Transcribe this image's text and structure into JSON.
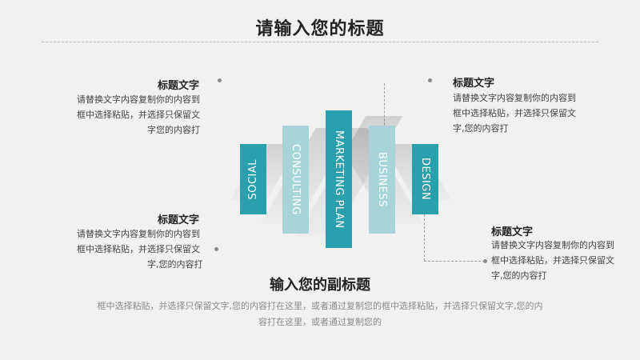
{
  "title": "请输入您的标题",
  "blocks": {
    "top_left": {
      "heading": "标题文字",
      "body": [
        "请替换文字内容复制你的内容到",
        "框中选择粘贴，并选择只保留文",
        "字您的内容打"
      ]
    },
    "bottom_left": {
      "heading": "标题文字",
      "body": [
        "请替换文字内容复制你的内容到",
        "框中选择粘贴，并选择只保留文",
        "字,您的内容打"
      ]
    },
    "top_right": {
      "heading": "标题文字",
      "body": [
        "请替换文字内容复制你的内容到",
        "框中选择粘贴，并选择只保留文",
        "字,您的内容打"
      ]
    },
    "bottom_right": {
      "heading": "标题文字",
      "body": [
        "请替换文字内容复制你的内容到",
        "框中选择粘贴，并选择只保留文",
        "字,您的内容打"
      ]
    }
  },
  "bars": {
    "social": "SOCIAL",
    "consulting": "CONSULTING",
    "marketing_plan": "MARKETING PLAN",
    "business": "BUSINESS",
    "design": "DESIGN"
  },
  "colors": {
    "teal": "#2a9fae",
    "light_teal": "#a6d4d9"
  },
  "subtitle": "输入您的副标题",
  "footer": [
    "框中选择粘贴，并选择只保留文字,您的内容打在这里，或者通过复制您的框中选择粘贴，并选择只保留文字,您的内",
    "容打在这里，或者通过复制您的"
  ]
}
